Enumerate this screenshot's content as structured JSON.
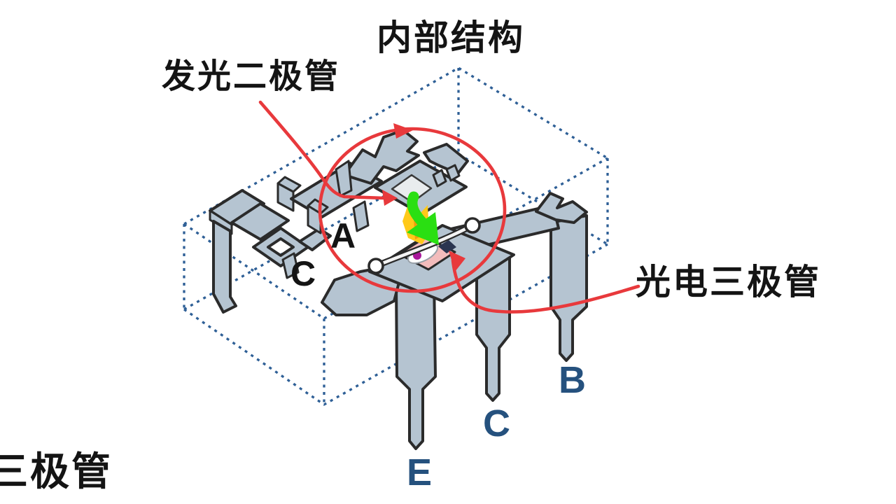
{
  "title": "内部结构",
  "annotations": {
    "led_label": "发光二极管",
    "phototransistor_label": "光电三极管",
    "corner_partial_label": "三极管"
  },
  "pin_labels": {
    "anode": "A",
    "cathode": "C",
    "emitter": "E",
    "collector": "C",
    "base": "B"
  },
  "colors": {
    "background": "#ffffff",
    "frame-fill": "#b5c4d1",
    "frame-outline": "#2b2b2b",
    "box-dash": "#2e5f96",
    "annotation-red": "#e8393c",
    "arrow-green": "#2adf12",
    "arrow-yellow": "#ffc919",
    "arrow-orange": "#f29a0d",
    "led-die": "#e9ecee",
    "pt-die": "#f3bcbc",
    "pt-dot": "#a9189b",
    "pt-chip": "#2a3550",
    "wire": "#f4f4f4",
    "label-black": "#141414",
    "label-navy": "#25517e"
  }
}
